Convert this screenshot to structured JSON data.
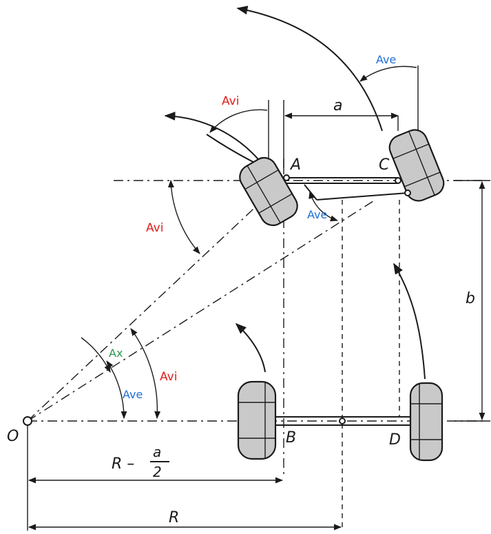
{
  "labels": {
    "O": "O",
    "A": "A",
    "B": "B",
    "C": "C",
    "D": "D",
    "a": "a",
    "b": "b",
    "R": "R",
    "R_minus": "R –",
    "frac_num": "a",
    "frac_den": "2"
  },
  "angles": {
    "avi": "Avi",
    "ave": "Ave",
    "ax": "Ax"
  },
  "colors": {
    "avi": "#e0201c",
    "ave": "#1f6fd6",
    "ax": "#2a9a52",
    "line": "#1a1a1a",
    "tire": "#c9c9c9"
  }
}
